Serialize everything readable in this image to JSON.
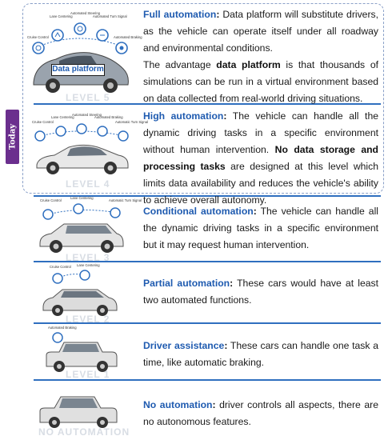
{
  "today_label": "Today",
  "levels": [
    {
      "id": "level5",
      "label": "LEVEL 5",
      "features": [
        "Lane Centering",
        "Automated Steering",
        "Automated Turn Signal",
        "Cruise Control",
        "Automated Braking"
      ],
      "data_platform_label": "Data platform",
      "title": "Full automation",
      "text1": " Data platform will substitute drivers, as the vehicle can operate itself under all roadway and environmental conditions.",
      "text2a": "The advantage ",
      "text2b": "data platform",
      "text2c": " is that thousands of simulations can be run in a virtual environment based on data collected from real-world driving situations."
    },
    {
      "id": "level4",
      "label": "LEVEL 4",
      "features": [
        "Cruise Control",
        "Lane Centering",
        "Automated Steering",
        "Automated Braking",
        "Automatic Turn Signal"
      ],
      "title": "High automation",
      "text1": " The vehicle can handle all the dynamic driving tasks in a specific environment without human intervention. ",
      "text_bold": "No data storage and processing tasks",
      "text2": " are designed at this level which limits data availability and reduces the vehicle's ability to achieve overall autonomy."
    },
    {
      "id": "level3",
      "label": "LEVEL 3",
      "features": [
        "Cruise Control",
        "Lane Centering",
        "Automatic Turn Signal"
      ],
      "title": "Conditional automation",
      "text1": " The vehicle can handle all the dynamic driving tasks in a specific environment but it may request human intervention."
    },
    {
      "id": "level2",
      "label": "LEVEL 2",
      "features": [
        "Cruise Control",
        "Lane Centering"
      ],
      "title": "Partial automation",
      "text1": " These cars would have at least two automated functions."
    },
    {
      "id": "level1",
      "label": "LEVEL 1",
      "features": [
        "Automated Braking"
      ],
      "title": "Driver assistance",
      "text1": " These cars can handle one task a time, like automatic braking."
    },
    {
      "id": "level0",
      "label": "NO AUTOMATION",
      "features": [],
      "title": "No automation",
      "text1": " driver controls all aspects, there are no autonomous features."
    }
  ],
  "colors": {
    "accent_blue": "#1f5bb0",
    "separator": "#2f6fbf",
    "today_tab": "#6b2f8e",
    "dashed_border": "#8aa0c8"
  }
}
